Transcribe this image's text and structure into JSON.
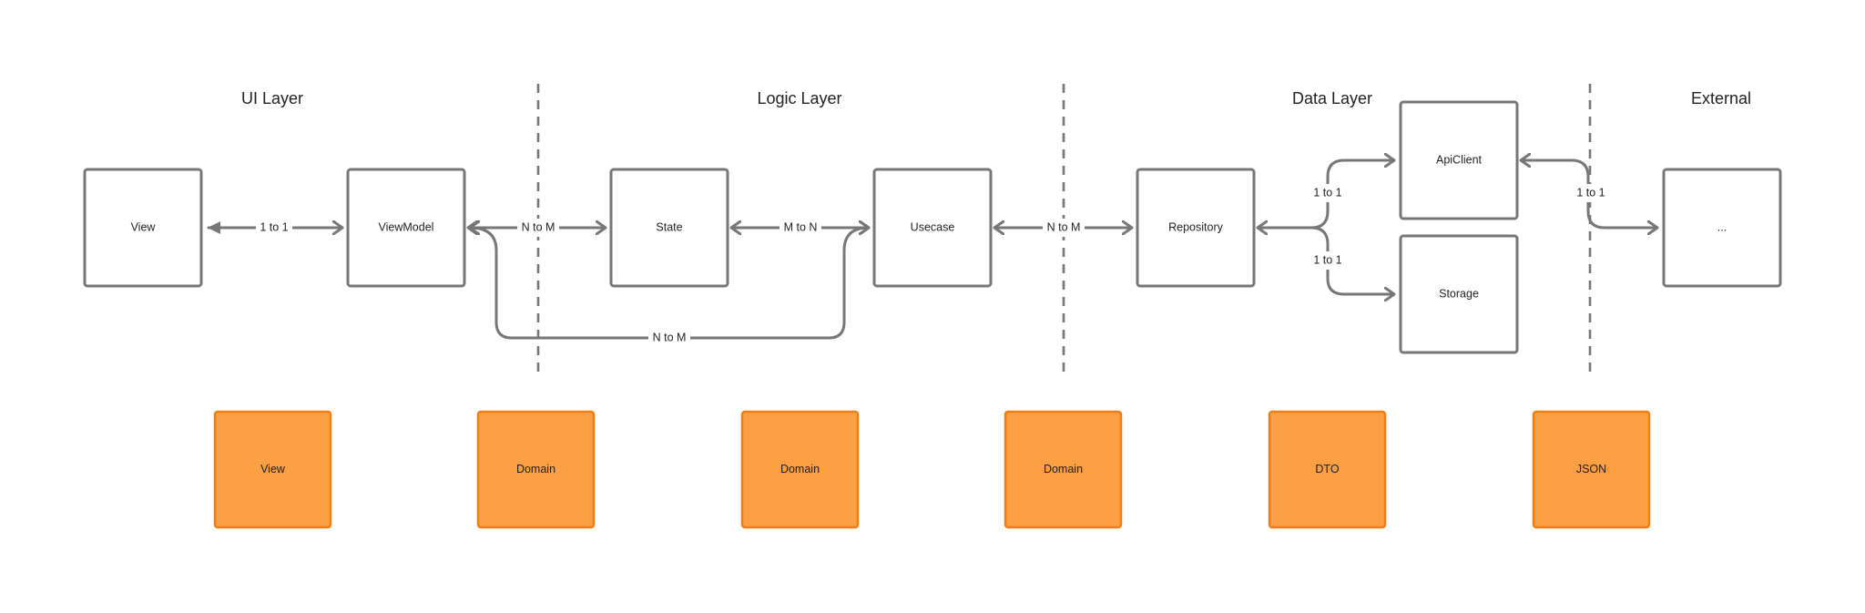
{
  "layers": {
    "ui": "UI Layer",
    "logic": "Logic Layer",
    "data": "Data Layer",
    "external": "External"
  },
  "nodes": {
    "view": "View",
    "viewmodel": "ViewModel",
    "state": "State",
    "usecase": "Usecase",
    "repository": "Repository",
    "apiclient": "ApiClient",
    "storage": "Storage",
    "external": "..."
  },
  "edges": {
    "view_viewmodel": "1 to 1",
    "viewmodel_state": "N to M",
    "state_usecase": "M to N",
    "viewmodel_usecase": "N to M",
    "usecase_repository": "N to M",
    "repository_apiclient": "1 to 1",
    "repository_storage": "1 to 1",
    "apiclient_external": "1 to 1"
  },
  "types": {
    "ui": "View",
    "viewmodel": "Domain",
    "state": "Domain",
    "usecase": "Domain",
    "repository": "DTO",
    "external": "JSON"
  },
  "colors": {
    "stroke": "#777777",
    "type_fill": "#fd9f45",
    "type_stroke": "#ef7f12"
  }
}
